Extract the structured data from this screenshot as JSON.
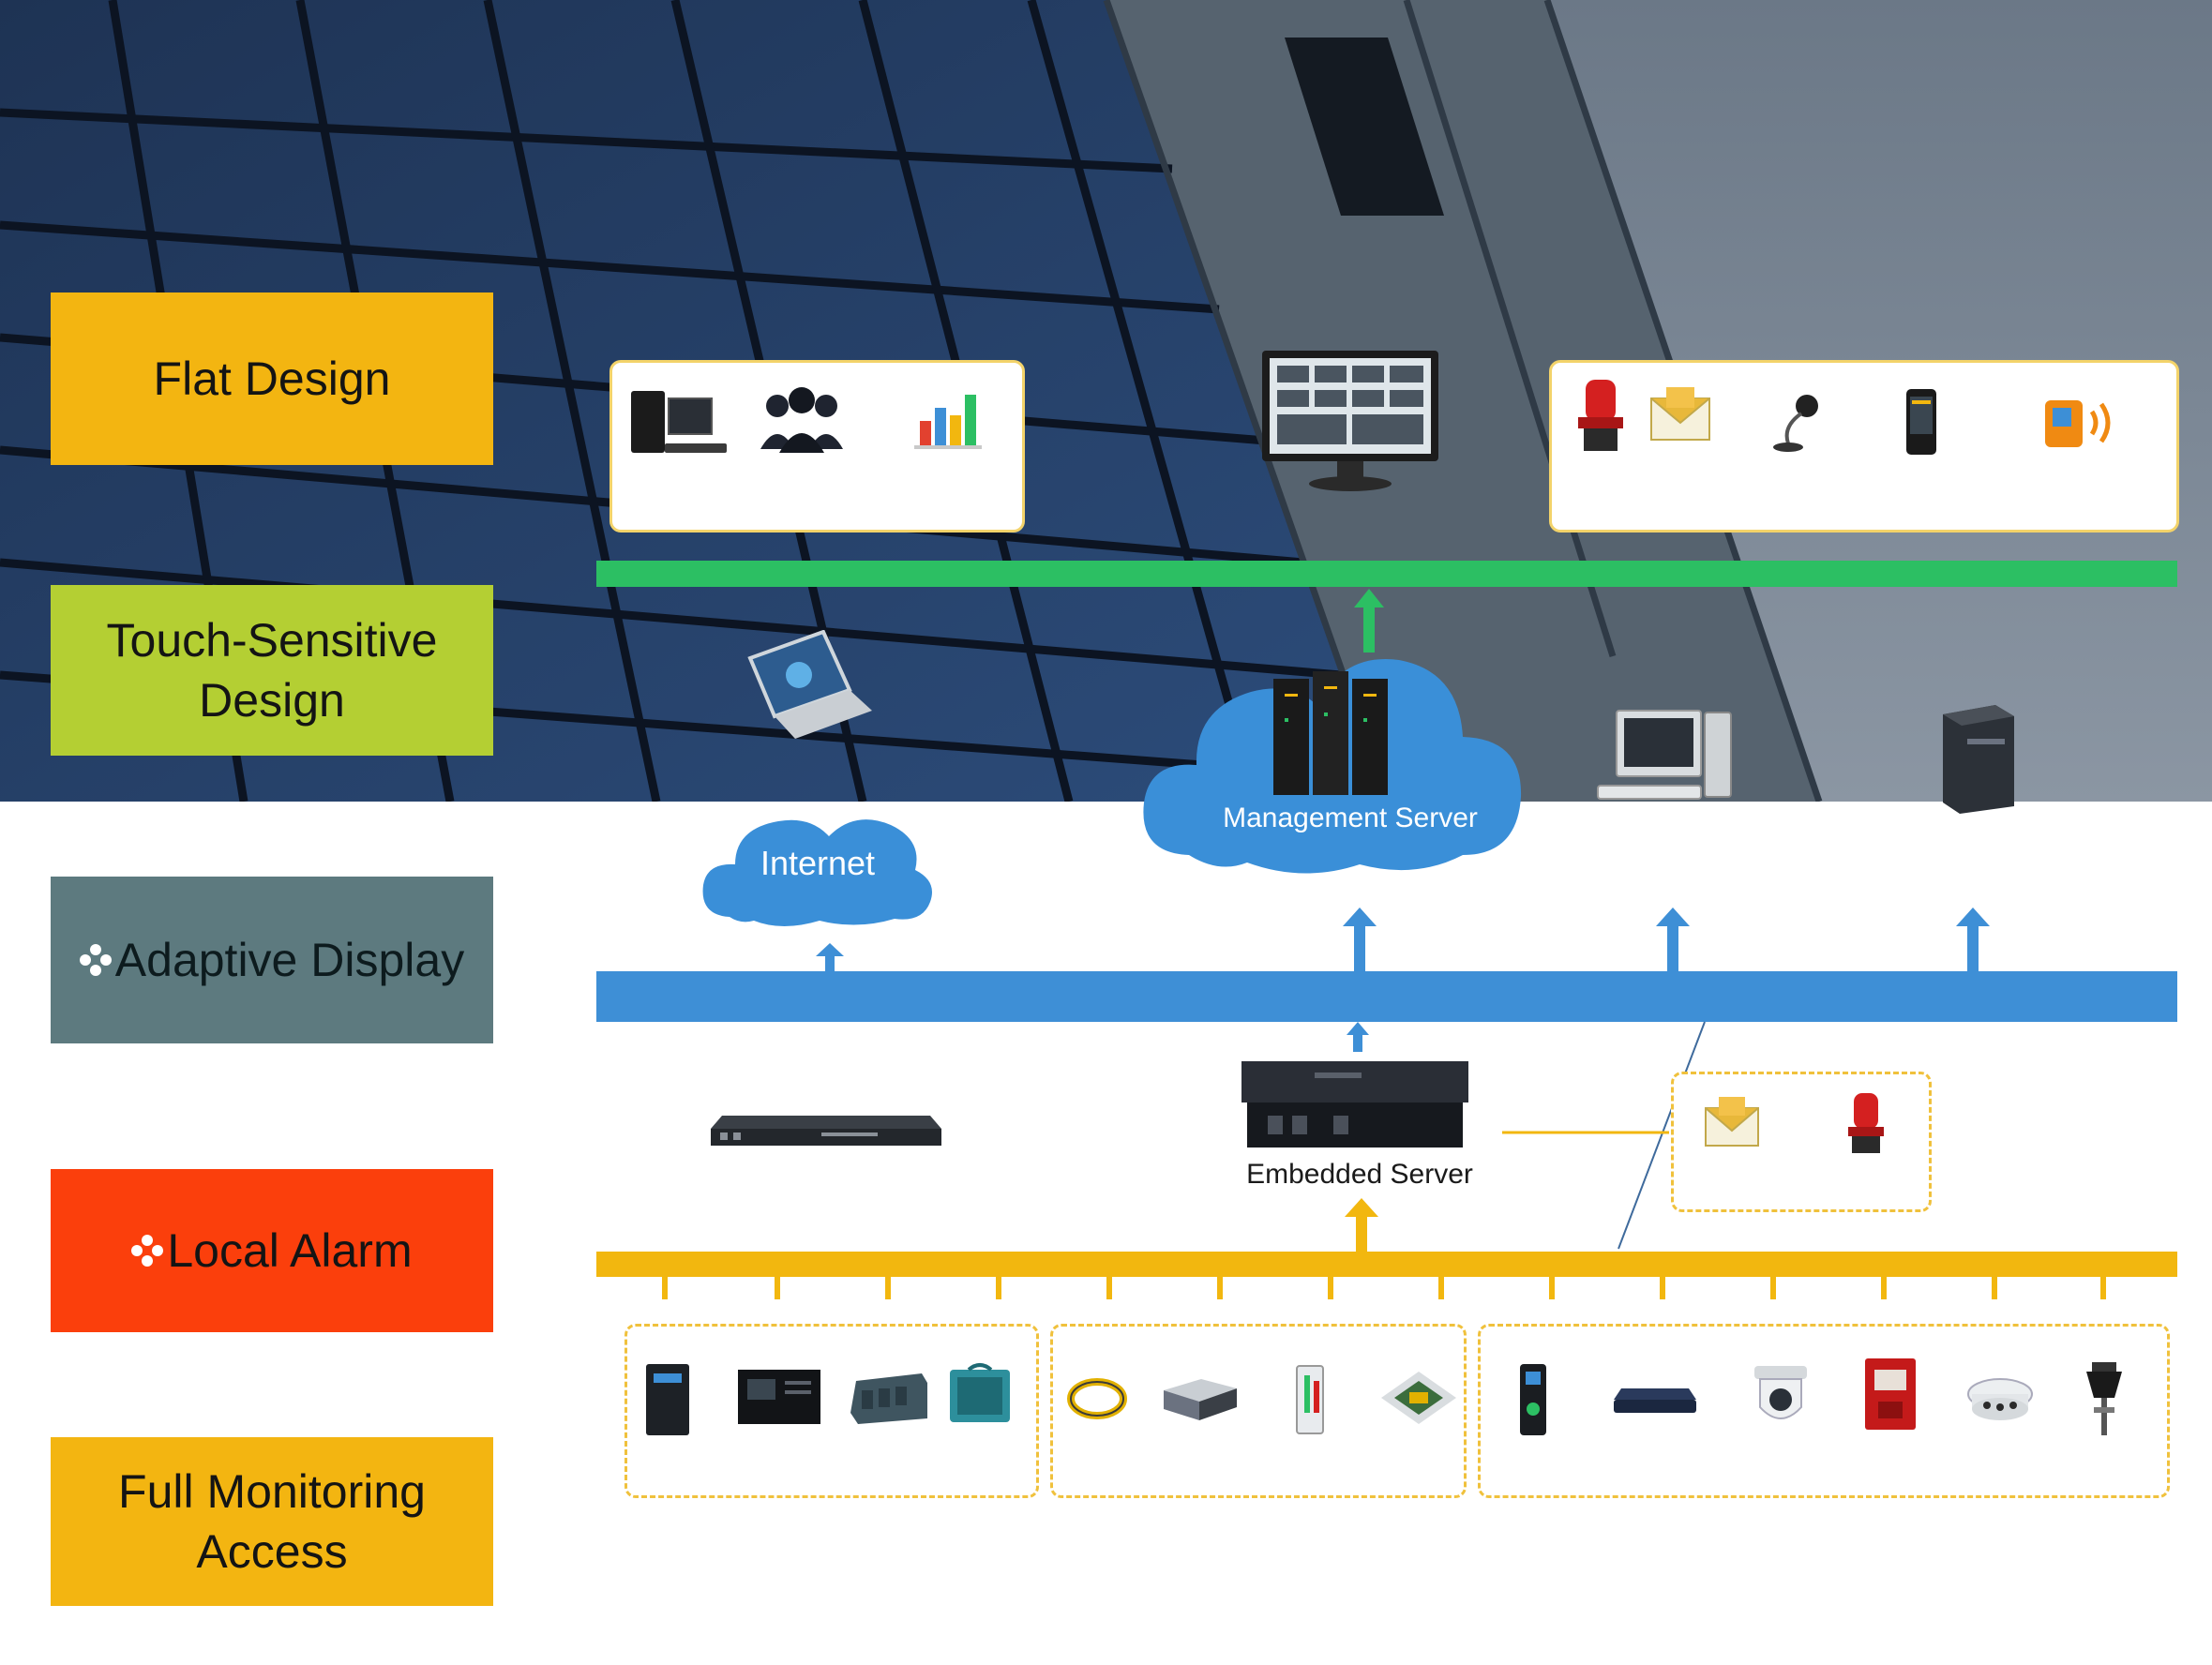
{
  "features": [
    {
      "label": "Flat Design",
      "color": "#f3b511"
    },
    {
      "label": "Touch-Sensitive Design",
      "color": "#b4cf33"
    },
    {
      "label": "Adaptive Display",
      "color": "#5d7a7f"
    },
    {
      "label": "Local Alarm",
      "color": "#fb3f0c"
    },
    {
      "label": "Full Monitoring Access",
      "color": "#f3b511"
    }
  ],
  "nodes": {
    "internet": "Internet",
    "management_server": "Management Server",
    "embedded_server": "Embedded Server"
  },
  "colors": {
    "green_bus": "#2cbf63",
    "blue_bus": "#3e8fd6",
    "yellow_bus": "#f2b70f",
    "panel_border": "#f0c13c",
    "cloud": "#3e8fd6"
  },
  "icons": {
    "top_left_panel": [
      "workstation-icon",
      "user-group-icon",
      "bar-chart-icon"
    ],
    "top_center": "monitor-dashboard-icon",
    "top_right_panel": [
      "alarm-siren-icon",
      "email-icon",
      "microphone-icon",
      "phone-icon",
      "speaker-icon"
    ],
    "mid_row": [
      "laptop-icon",
      "server-rack-icon",
      "desktop-pc-icon",
      "tower-pc-icon"
    ],
    "field_row": [
      "network-switch-icon",
      "embedded-server-icon",
      "email-icon",
      "alarm-siren-icon"
    ],
    "sensor_group_1": [
      "ups-icon",
      "controller-icon",
      "power-module-icon",
      "air-conditioner-icon"
    ],
    "sensor_group_2": [
      "cable-icon",
      "battery-icon",
      "thermometer-icon",
      "circuit-board-icon"
    ],
    "sensor_group_3": [
      "access-control-icon",
      "hub-icon",
      "camera-icon",
      "fire-alarm-icon",
      "smoke-detector-icon",
      "water-leak-sensor-icon"
    ]
  }
}
